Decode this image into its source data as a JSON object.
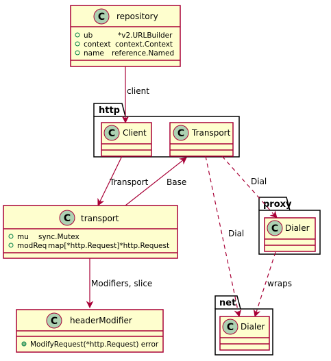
{
  "packages": {
    "http": "http",
    "proxy": "proxy",
    "net": "net"
  },
  "classes": {
    "repository": {
      "name": "repository",
      "fields": [
        {
          "name": "ub",
          "type": "*v2.URLBuilder"
        },
        {
          "name": "context",
          "type": "context.Context"
        },
        {
          "name": "name",
          "type": "reference.Named"
        }
      ]
    },
    "http_client": {
      "name": "Client"
    },
    "http_transport": {
      "name": "Transport"
    },
    "transport": {
      "name": "transport",
      "fields": [
        {
          "name": "mu",
          "type": "sync.Mutex"
        },
        {
          "name": "modReq",
          "type": "map[*http.Request]*http.Request"
        }
      ]
    },
    "proxy_dialer": {
      "name": "Dialer"
    },
    "headerModifier": {
      "name": "headerModifier",
      "methods": [
        "ModifyRequest(*http.Request) error"
      ]
    },
    "net_dialer": {
      "name": "Dialer"
    }
  },
  "edges": {
    "client": "client",
    "transport_label": "Transport",
    "base": "Base",
    "dial_proxy": "Dial",
    "dial_net": "Dial",
    "modifiers": "Modifiers, slice",
    "wraps": "wraps"
  },
  "colors": {
    "class_fill": "#FEFECE",
    "class_border": "#A80036",
    "circle_fill": "#ADD1B2",
    "arrow": "#A80036",
    "field_public": "#038048",
    "method_public": "#84BE84"
  }
}
